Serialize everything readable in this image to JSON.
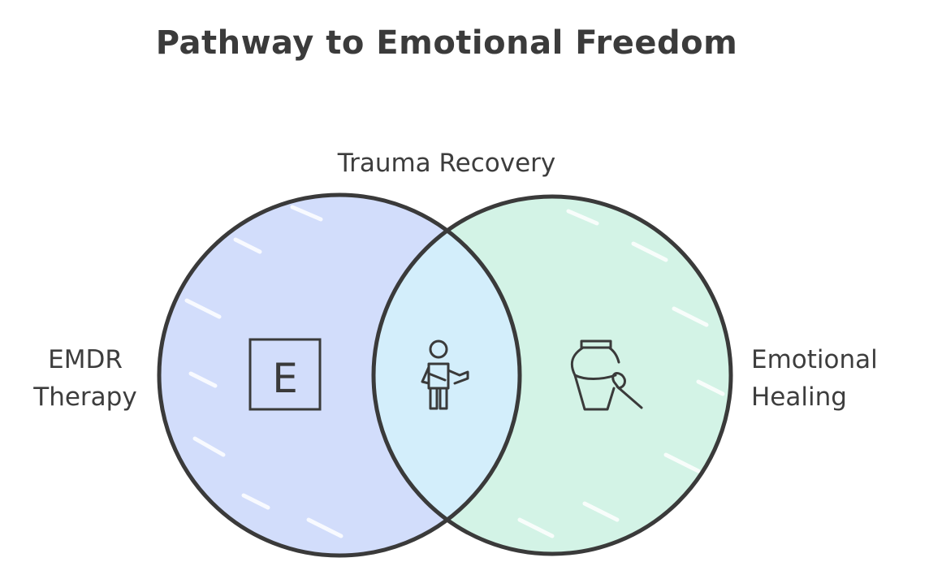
{
  "title": "Pathway to Emotional Freedom",
  "sets": {
    "intersection": {
      "label": "Trauma Recovery",
      "icon": "person-icon"
    },
    "left": {
      "label_lines": [
        "EMDR",
        "Therapy"
      ],
      "icon": "letter-e-icon",
      "icon_letter": "E",
      "fill": "#d2ddfb"
    },
    "right": {
      "label_lines": [
        "Emotional",
        "Healing"
      ],
      "icon": "vase-brush-icon",
      "fill": "#d3f3e6"
    }
  },
  "colors": {
    "outline": "#3a3a3a",
    "overlap_fill": "#d3eefb",
    "text": "#3d3d3d"
  }
}
